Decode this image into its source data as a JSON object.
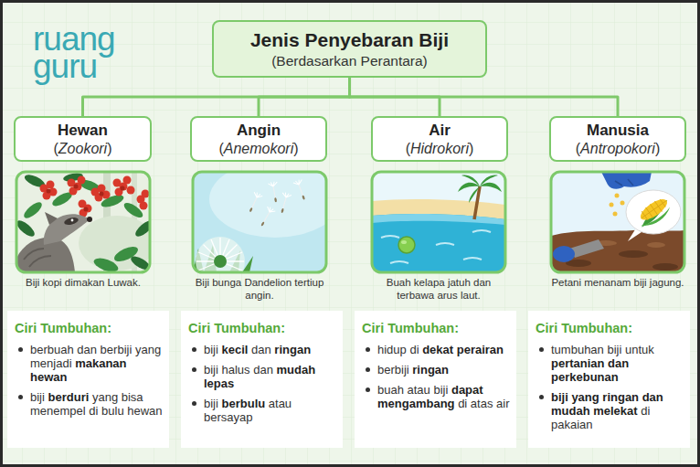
{
  "diagram": {
    "nodes": [
      {
        "text": [
          "Jenis Penyebaran Biji",
          "(Berdasarkan Perantara)"
        ]
      },
      {
        "text": [
          "Hewan",
          "(Zookori)"
        ]
      },
      {
        "text": [
          "Angin",
          "(Anemokori)"
        ]
      },
      {
        "text": [
          "Air",
          "(Hidrokori)"
        ]
      },
      {
        "text": [
          "Manusia",
          "(Antropokori)"
        ]
      },
      {
        "text": [
          "Ciri Tumbuhan:",
          "berbuah dan berbiji yang menjadi makanan hewan",
          "biji berduri yang bisa menempel di bulu hewan"
        ]
      },
      {
        "text": [
          "Ciri Tumbuhan:",
          "biji kecil dan ringan",
          "biji halus dan mudah lepas",
          "biji berbulu atau bersayap"
        ]
      },
      {
        "text": [
          "Ciri Tumbuhan:",
          "hidup di dekat perairan",
          "berbiji ringan",
          "buah atau biji dapat mengambang di atas air"
        ]
      },
      {
        "text": [
          "Ciri Tumbuhan:",
          "tumbuhan biji untuk pertanian dan perkebunan",
          "biji yang ringan dan mudah melekat di pakaian"
        ]
      }
    ],
    "edges": [
      {
        "from": 0,
        "to": 1,
        "arrow": "none"
      },
      {
        "from": 0,
        "to": 2,
        "arrow": "none"
      },
      {
        "from": 0,
        "to": 3,
        "arrow": "none"
      },
      {
        "from": 0,
        "to": 4,
        "arrow": "none"
      }
    ],
    "labels": [
      "ruang guru",
      "Biji kopi dimakan Luwak.",
      "Biji bunga Dandelion tertiup angin.",
      "Buah kelapa jatuh dan terbawa arus laut.",
      "Petani menanam biji jagung."
    ]
  }
}
